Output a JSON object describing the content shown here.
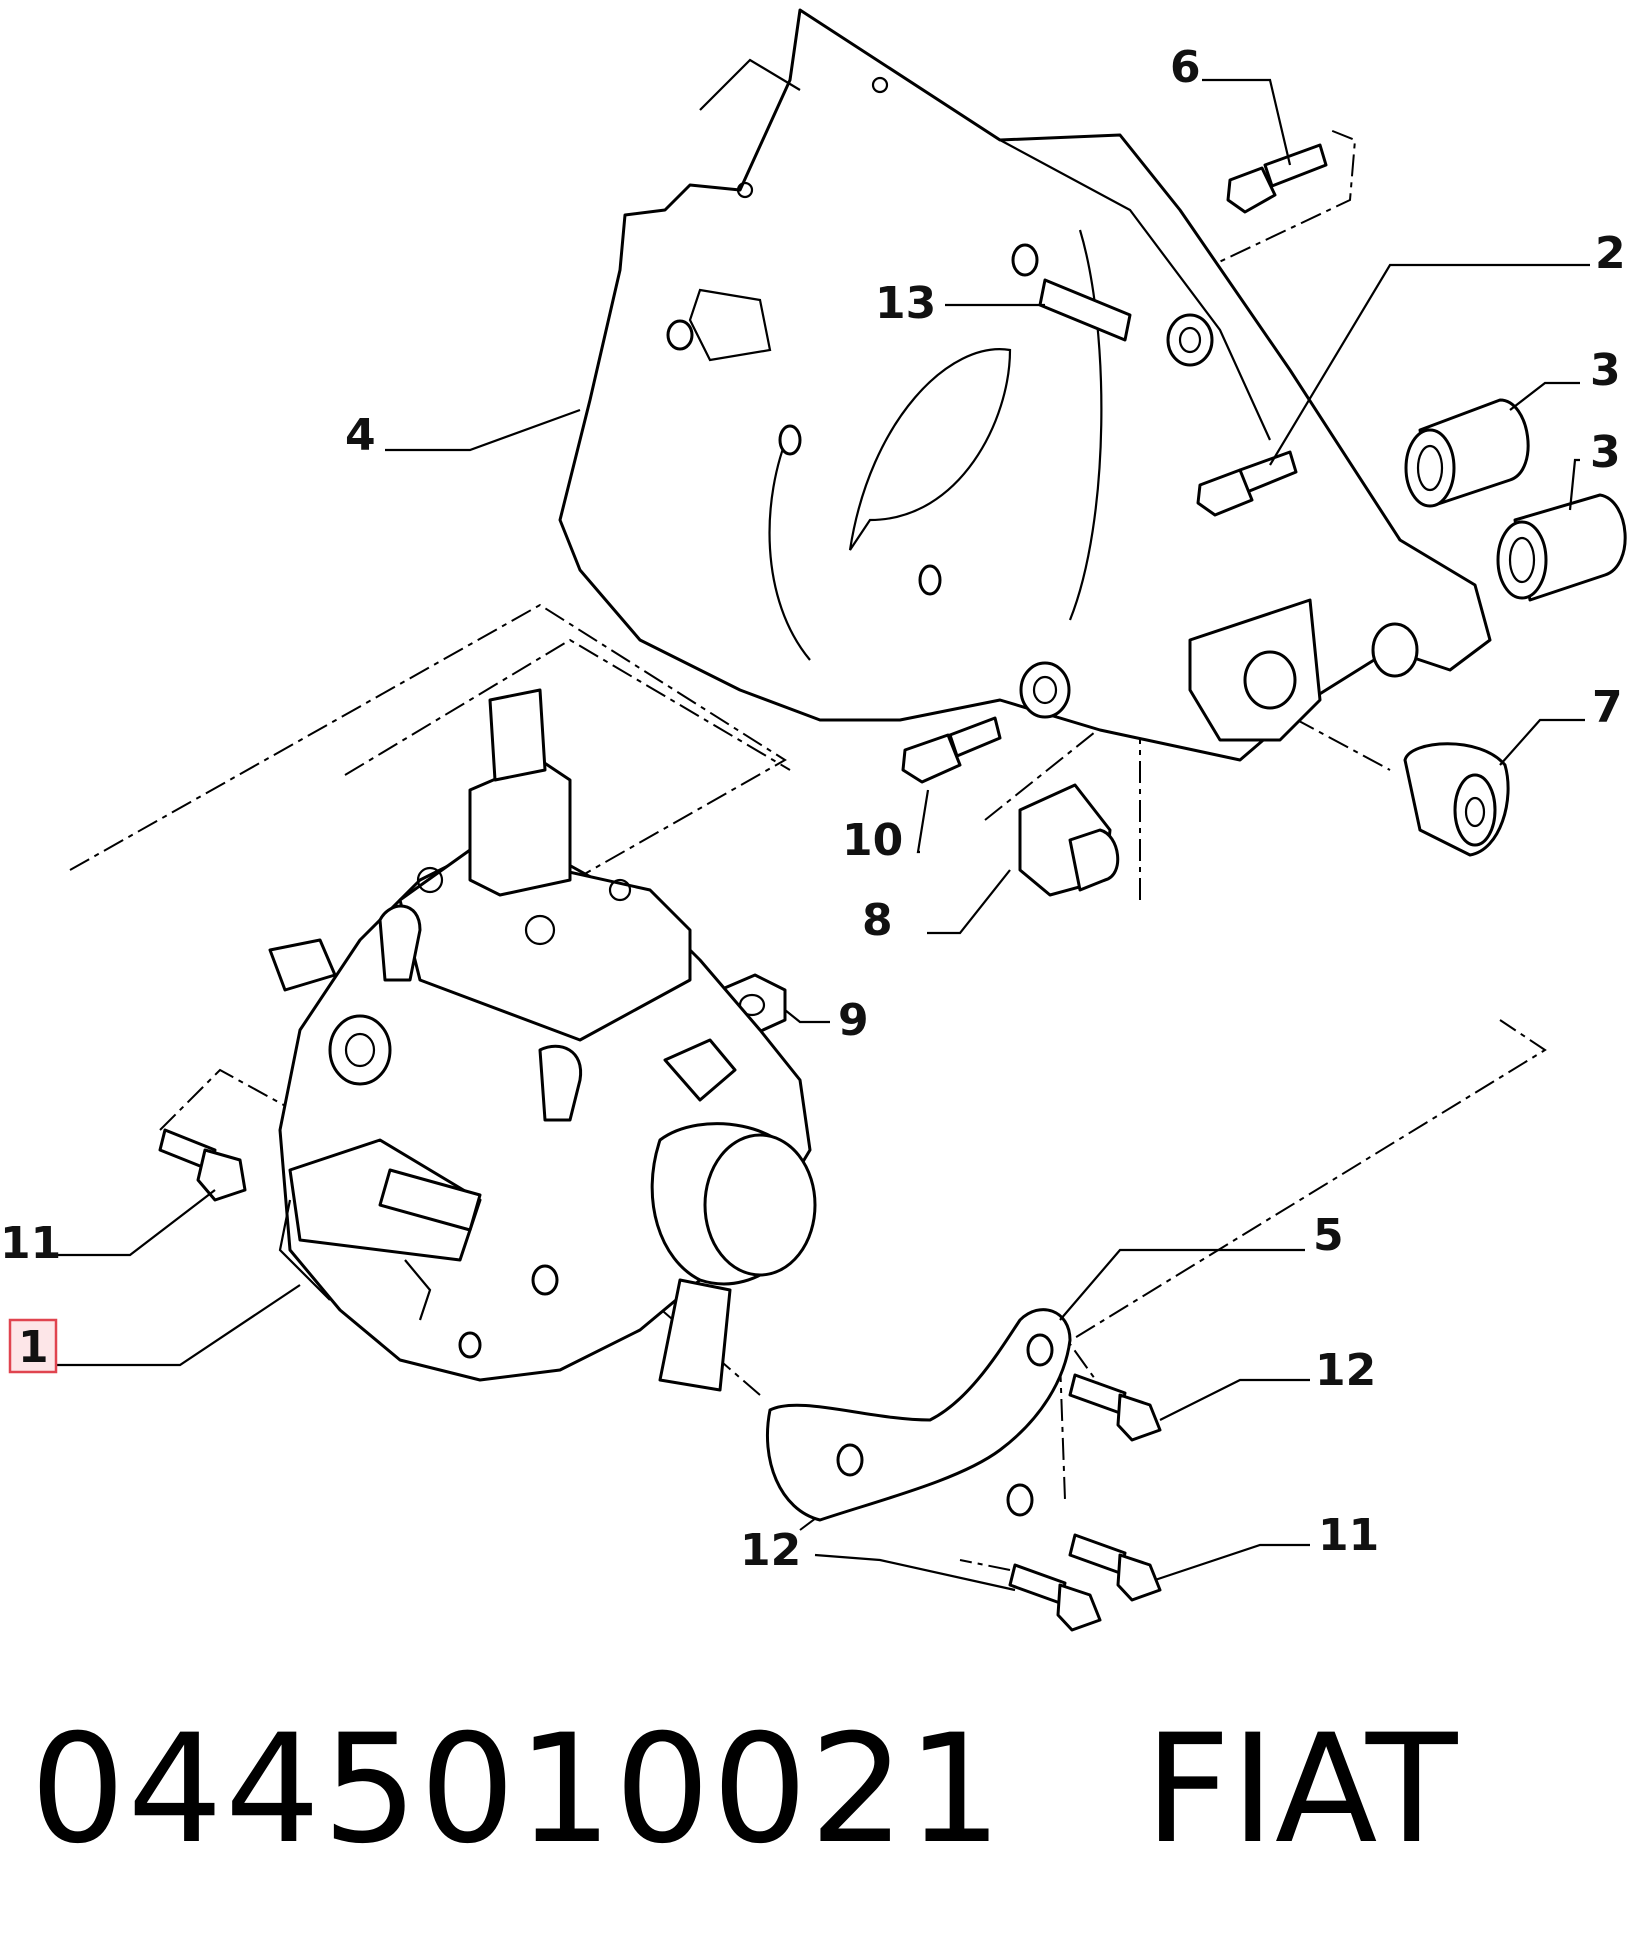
{
  "callouts": {
    "c1": "1",
    "c2": "2",
    "c3a": "3",
    "c3b": "3",
    "c4": "4",
    "c5": "5",
    "c6": "6",
    "c7": "7",
    "c8": "8",
    "c9": "9",
    "c10": "10",
    "c11a": "11",
    "c11b": "11",
    "c12a": "12",
    "c12b": "12",
    "c13": "13"
  },
  "highlighted_callout": "1",
  "highlight_color": "#e0444f",
  "footer": {
    "part_number": "0445010021",
    "brand": "FIAT"
  }
}
